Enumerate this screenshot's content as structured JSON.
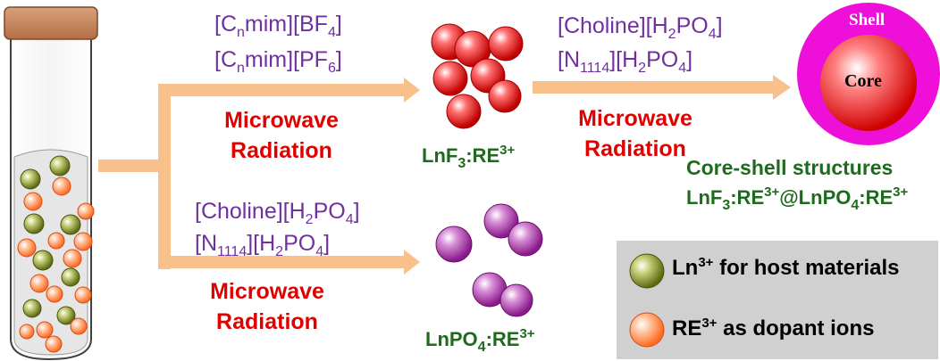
{
  "colors": {
    "arrow": "#f8c08a",
    "purple_text": "#7030a0",
    "red_text": "#e00000",
    "green_text": "#1e6b1e",
    "ln_sphere": "#8a9a2a",
    "re_sphere": "#ff8c50",
    "lnf3_sphere": "#e82020",
    "lnpo4_sphere": "#b030b0",
    "shell": "#ee10d8",
    "core": "#e00000",
    "tube_cap": "#c4835a",
    "legend_bg": "#d0d0d0"
  },
  "top_branch": {
    "il1_a": "[C",
    "il1_sub": "n",
    "il1_b": "mim][BF",
    "il1_sub2": "4",
    "il1_c": "]",
    "il2_a": "[C",
    "il2_sub": "n",
    "il2_b": "mim][PF",
    "il2_sub2": "6",
    "il2_c": "]",
    "method_line1": "Microwave",
    "method_line2": "Radiation",
    "product_a": "LnF",
    "product_sub": "3",
    "product_b": ":RE",
    "product_sup": "3+"
  },
  "bottom_branch": {
    "il1_a": "[Choline][H",
    "il1_sub": "2",
    "il1_b": "PO",
    "il1_sub2": "4",
    "il1_c": "]",
    "il2_a": "[N",
    "il2_sub": "1114",
    "il2_b": "][H",
    "il2_sub2": "2",
    "il2_c": "PO",
    "il2_sub3": "4",
    "il2_d": "]",
    "method_line1": "Microwave",
    "method_line2": "Radiation",
    "product_a": "LnPO",
    "product_sub": "4",
    "product_b": ":RE",
    "product_sup": "3+"
  },
  "coating_step": {
    "il1_a": "[Choline][H",
    "il1_sub": "2",
    "il1_b": "PO",
    "il1_sub2": "4",
    "il1_c": "]",
    "il2_a": "[N",
    "il2_sub": "1114",
    "il2_b": "][H",
    "il2_sub2": "2",
    "il2_c": "PO",
    "il2_sub3": "4",
    "il2_d": "]",
    "method_line1": "Microwave",
    "method_line2": "Radiation"
  },
  "core_shell": {
    "shell_label": "Shell",
    "core_label": "Core",
    "title": "Core-shell structures",
    "formula_a": "LnF",
    "formula_sub": "3",
    "formula_b": ":RE",
    "formula_sup": "3+",
    "formula_c": "@LnPO",
    "formula_sub2": "4",
    "formula_d": ":RE",
    "formula_sup2": "3+"
  },
  "legend": {
    "item1_a": "Ln",
    "item1_sup": "3+",
    "item1_b": " for host materials",
    "item2_a": "RE",
    "item2_sup": "3+",
    "item2_b": " as dopant ions"
  }
}
